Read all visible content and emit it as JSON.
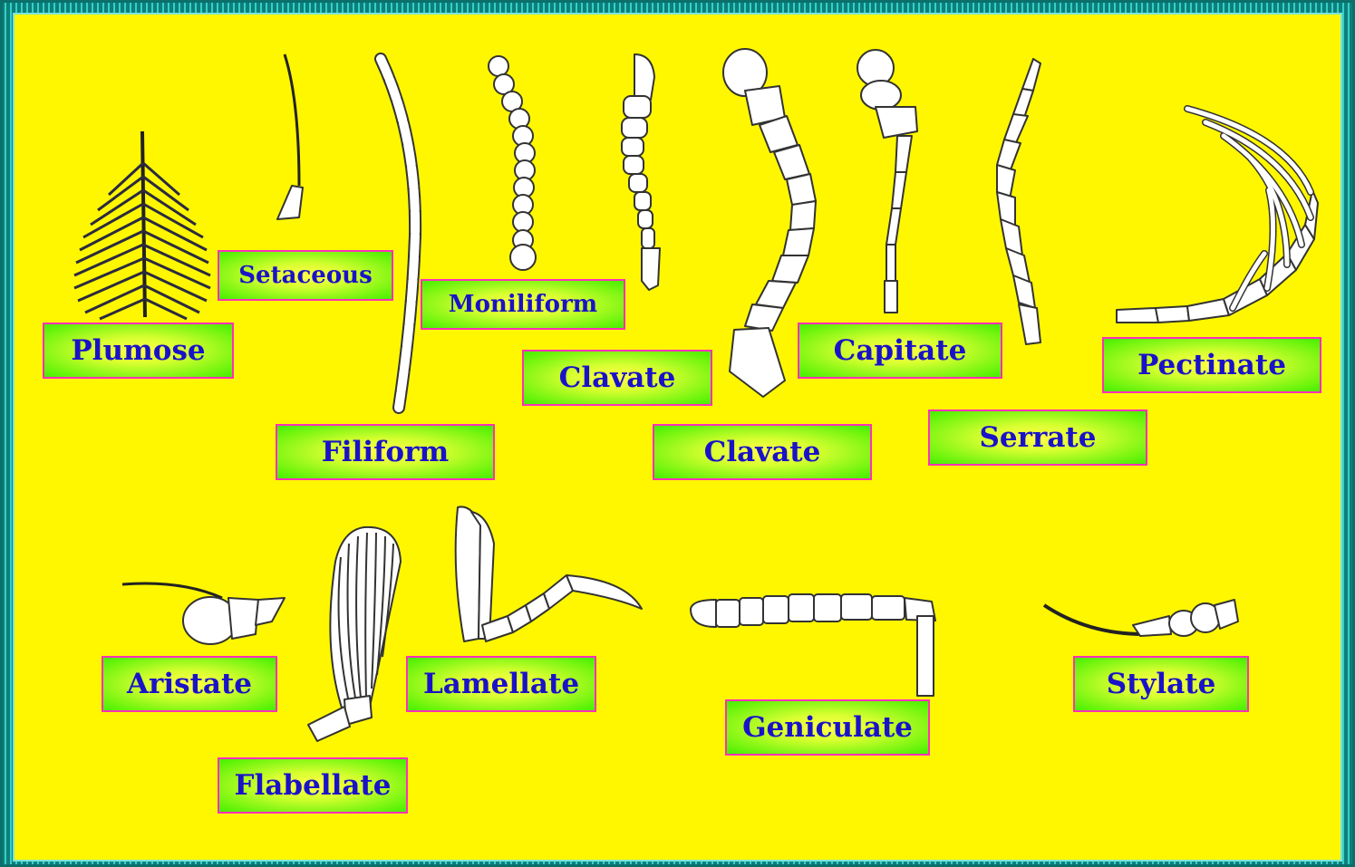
{
  "colors": {
    "background": "#fff700",
    "border": "#0f8f8a",
    "label_border": "#ff2fb8",
    "label_fill": "#44f000",
    "label_text": "#1a12c8"
  },
  "labels": {
    "plumose": "Plumose",
    "setaceous": "Setaceous",
    "moniliform": "Moniliform",
    "clavate_1": "Clavate",
    "clavate_2": "Clavate",
    "filiform": "Filiform",
    "capitate": "Capitate",
    "serrate": "Serrate",
    "pectinate": "Pectinate",
    "aristate": "Aristate",
    "flabellate": "Flabellate",
    "lamellate": "Lamellate",
    "geniculate": "Geniculate",
    "stylate": "Stylate"
  },
  "icons": [
    "plumose-antenna-icon",
    "setaceous-antenna-icon",
    "filiform-antenna-icon",
    "moniliform-antenna-icon",
    "clavate-antenna-icon",
    "capitate-antenna-icon",
    "serrate-antenna-icon",
    "pectinate-antenna-icon",
    "aristate-antenna-icon",
    "flabellate-antenna-icon",
    "lamellate-antenna-icon",
    "geniculate-antenna-icon",
    "stylate-antenna-icon"
  ]
}
